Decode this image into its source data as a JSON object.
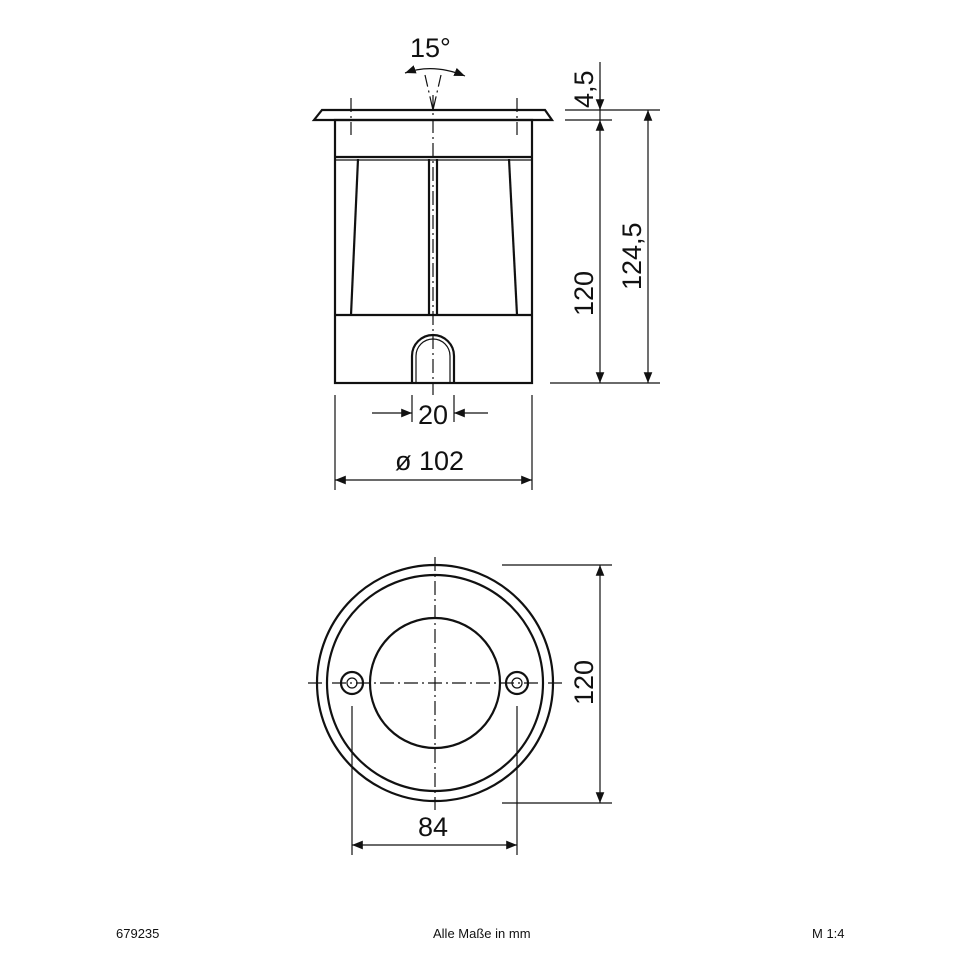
{
  "dimensions": {
    "beam_angle": "15°",
    "flange_height": "4,5",
    "body_height": "120",
    "total_height": "124,5",
    "slot_width": "20",
    "diameter": "ø 102",
    "plan_diameter": "120",
    "screw_spacing": "84"
  },
  "footer": {
    "article_number": "679235",
    "units_note": "Alle Maße in mm",
    "scale": "M 1:4"
  }
}
